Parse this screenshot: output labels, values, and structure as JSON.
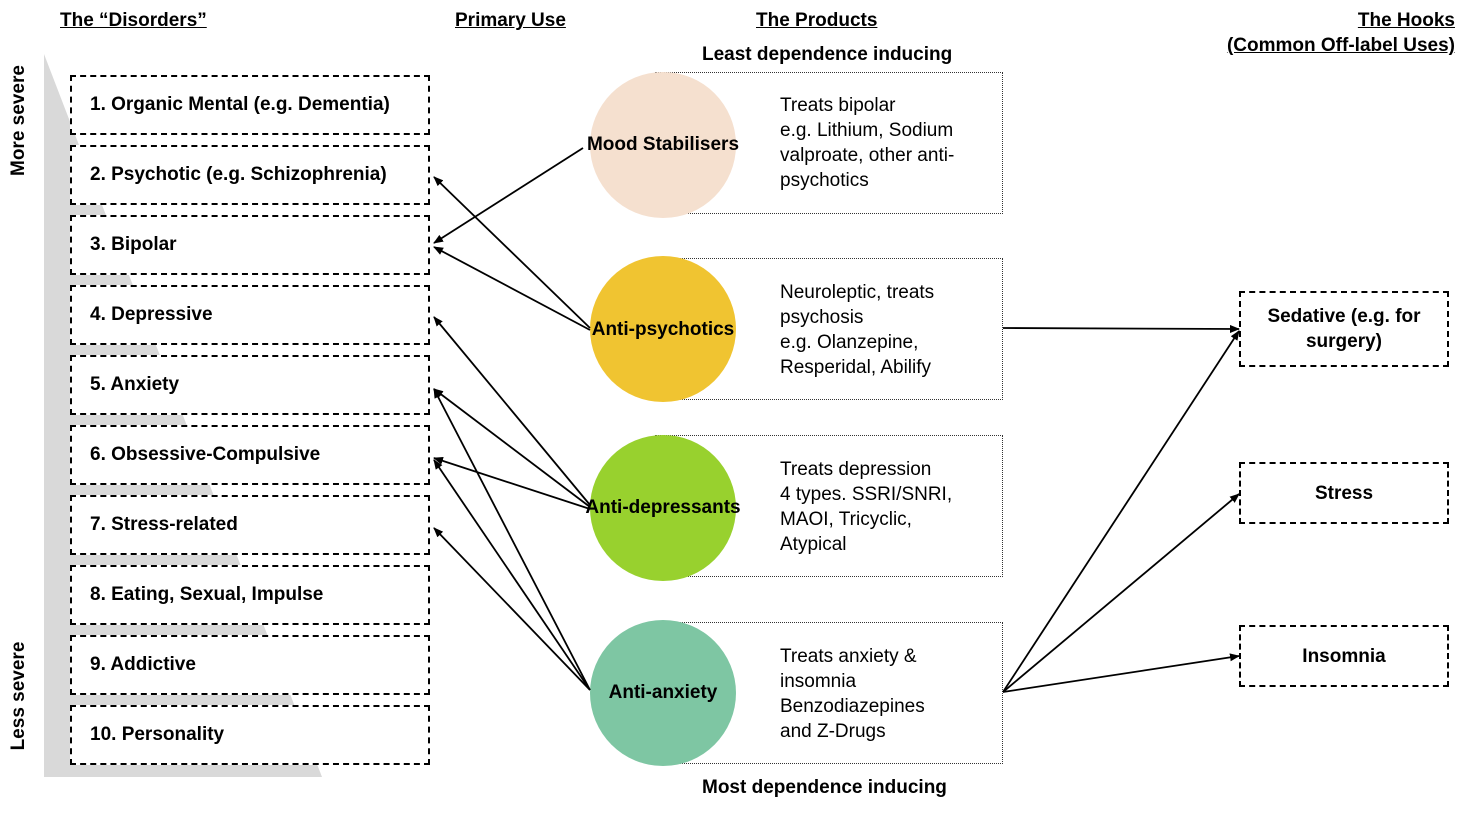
{
  "headers": {
    "disorders": "The “Disorders”",
    "primary_use": "Primary Use",
    "products": "The Products",
    "hooks_line1": "The Hooks",
    "hooks_line2": "(Common Off-label Uses)"
  },
  "dependence": {
    "least": "Least dependence inducing",
    "most": "Most dependence inducing"
  },
  "severity": {
    "more": "More severe",
    "less": "Less severe"
  },
  "disorders": [
    "1. Organic Mental (e.g. Dementia)",
    "2. Psychotic (e.g. Schizophrenia)",
    "3. Bipolar",
    "4. Depressive",
    "5. Anxiety",
    "6. Obsessive-Compulsive",
    "7. Stress-related",
    "8. Eating, Sexual, Impulse",
    "9. Addictive",
    "10. Personality"
  ],
  "products": [
    {
      "name": "Mood Stabilisers",
      "color": "#f5e0cf",
      "description": "Treats bipolar\ne.g. Lithium, Sodium\nvalproate, other anti-\npsychotics"
    },
    {
      "name": "Anti-psychotics",
      "color": "#f0c431",
      "description": "Neuroleptic, treats\npsychosis\ne.g. Olanzepine,\nResperidal, Abilify"
    },
    {
      "name": "Anti-depressants",
      "color": "#98d12e",
      "description": "Treats depression\n4 types. SSRI/SNRI,\nMAOI, Tricyclic,\nAtypical"
    },
    {
      "name": "Anti-anxiety",
      "color": "#7ec6a3",
      "description": "Treats anxiety &\ninsomnia\nBenzodiazepines\nand Z-Drugs"
    }
  ],
  "hooks": [
    "Sedative (e.g. for\nsurgery)",
    "Stress",
    "Insomnia"
  ],
  "colors": {
    "severity_triangle": "#d9d9d9",
    "arrow": "#000000"
  }
}
